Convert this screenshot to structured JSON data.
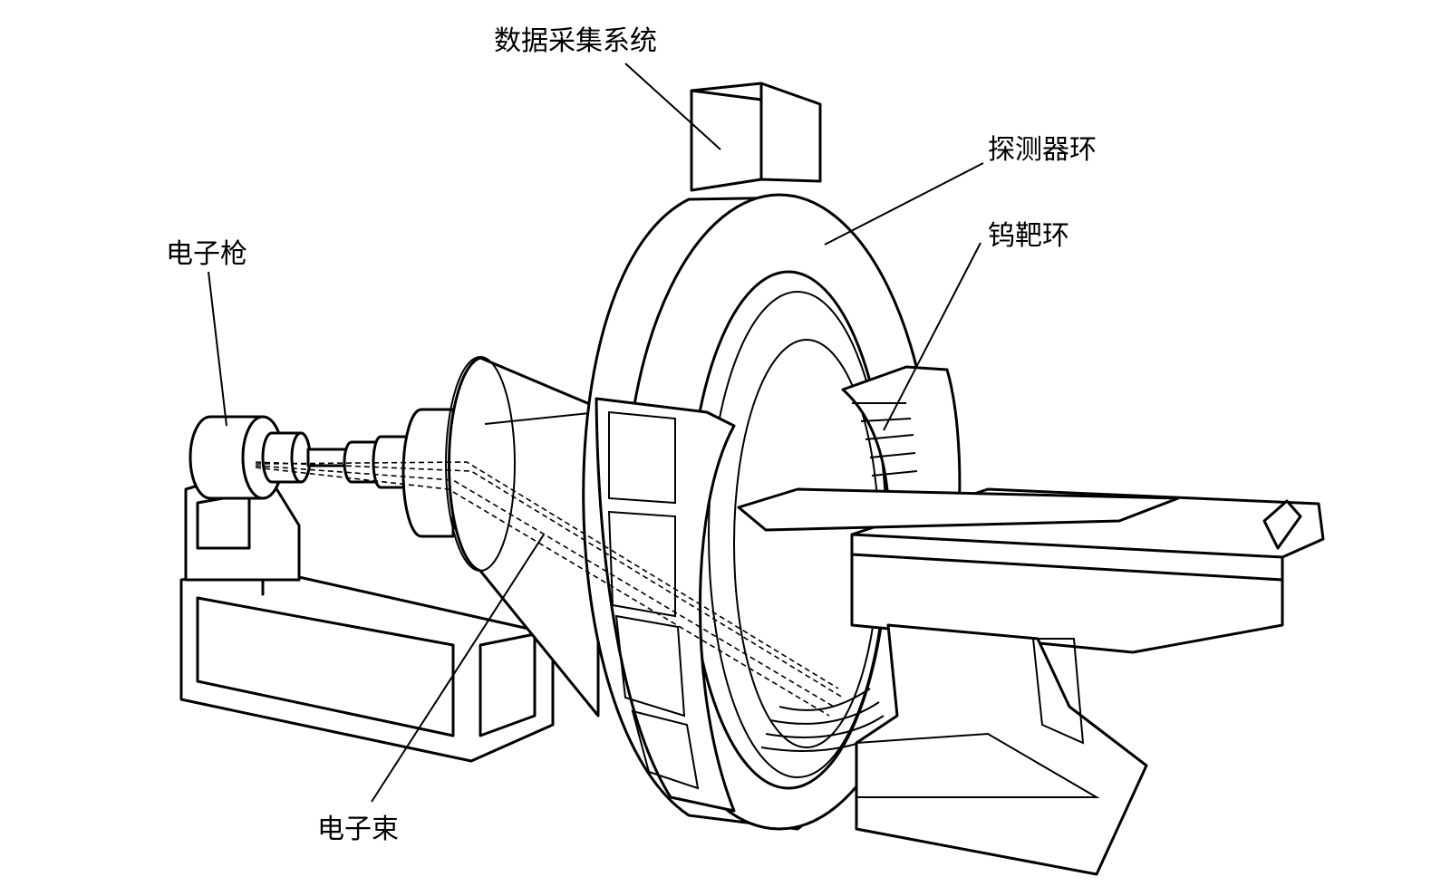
{
  "labels": {
    "data_acquisition": "数据采集系统",
    "detector_ring": "探测器环",
    "tungsten_target_ring": "钨靶环",
    "electron_gun": "电子枪",
    "electron_beam": "电子束"
  },
  "colors": {
    "line": "#000000",
    "background": "#ffffff"
  }
}
